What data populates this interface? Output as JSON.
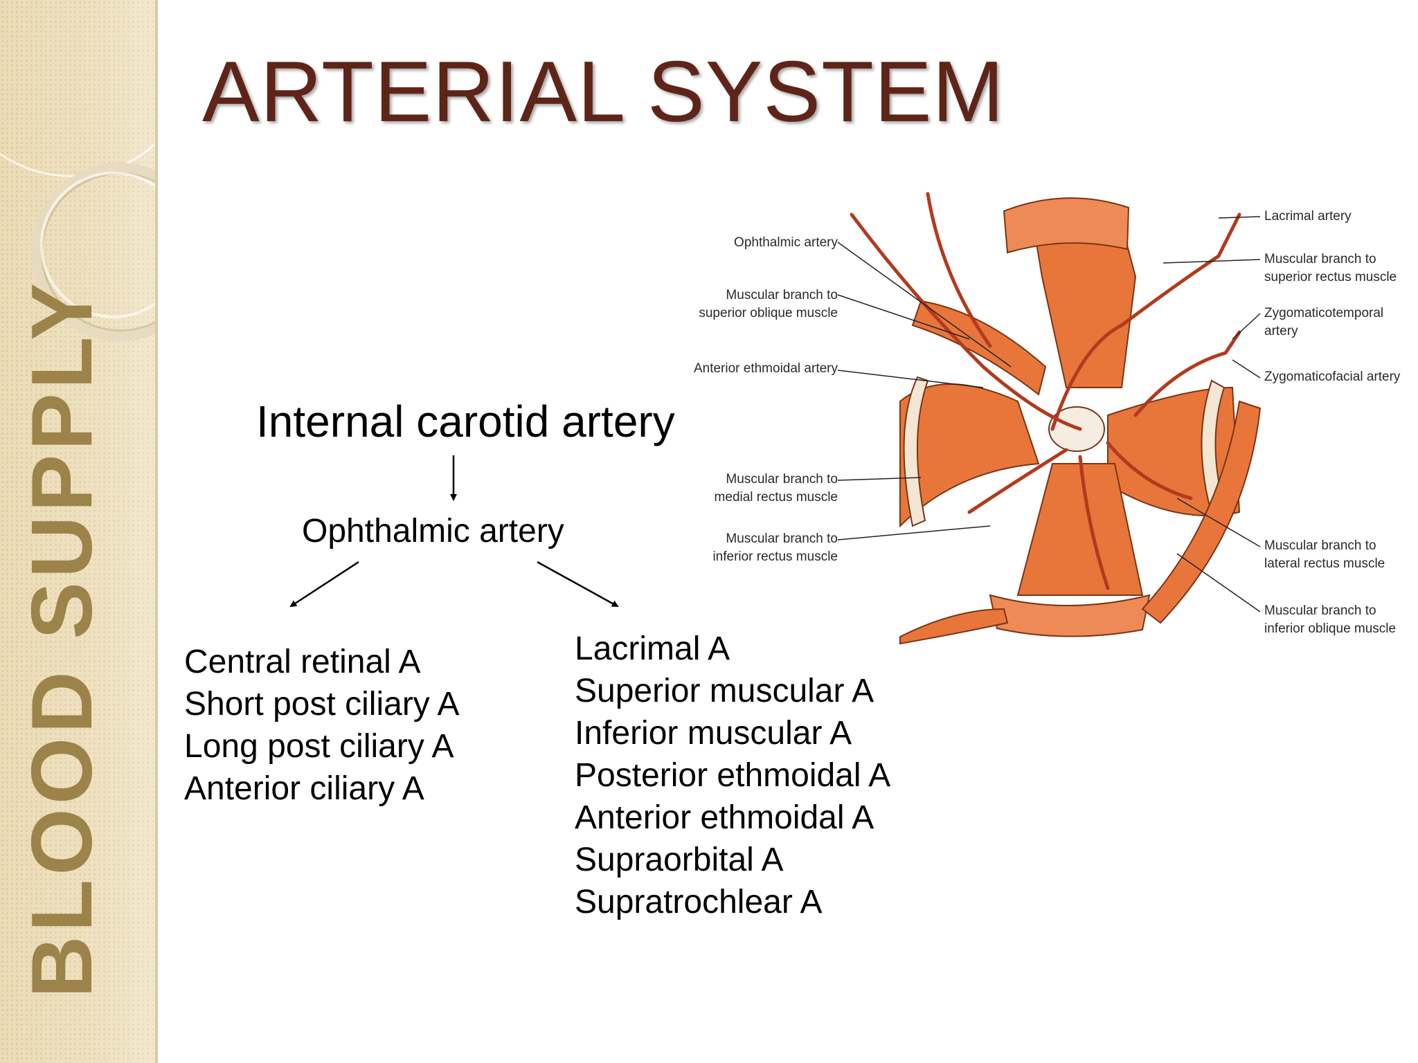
{
  "slide": {
    "title": "ARTERIAL SYSTEM",
    "side_label": "BLOOD SUPPLY"
  },
  "flow": {
    "root": "Internal carotid artery",
    "middle": "Ophthalmic artery",
    "left_branches": [
      "Central retinal A",
      "Short post ciliary A",
      "Long post ciliary A",
      "Anterior ciliary A"
    ],
    "right_branches": [
      "Lacrimal A",
      "Superior muscular A",
      "Inferior muscular A",
      "Posterior ethmoidal A",
      "Anterior ethmoidal A",
      "Supraorbital A",
      "Supratrochlear A"
    ]
  },
  "diagram": {
    "left_labels": [
      "Ophthalmic artery",
      "Muscular branch to superior oblique muscle",
      "Anterior ethmoidal artery",
      "Muscular branch to medial rectus muscle",
      "Muscular branch to inferior rectus muscle"
    ],
    "right_labels": [
      "Lacrimal artery",
      "Muscular branch to superior rectus muscle",
      "Zygomaticotemporal artery",
      "Zygomaticofacial artery",
      "Muscular branch to lateral rectus muscle",
      "Muscular branch to inferior oblique muscle"
    ]
  },
  "colors": {
    "title": "#5e2418",
    "side_label": "#9c834a",
    "sidebar_bg": "#ecdcb6",
    "muscle": "#e8763a",
    "artery": "#b23a1e"
  }
}
